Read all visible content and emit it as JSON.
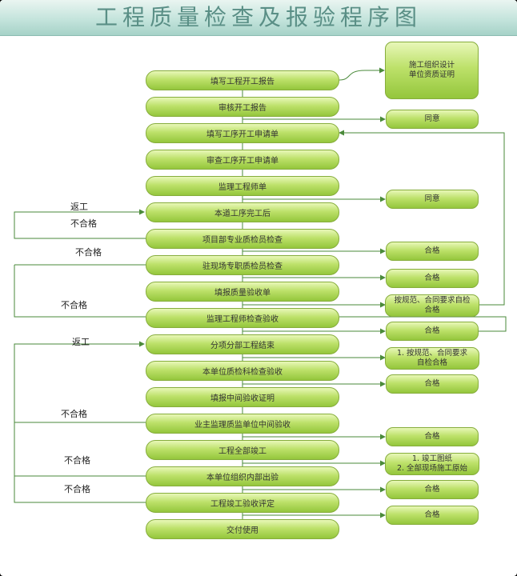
{
  "title": "工程质量检查及报验程序图",
  "steps": [
    "填写工程开工报告",
    "审核开工报告",
    "填写工序开工申请单",
    "审查工序开工申请单",
    "监理工程师单",
    "本道工序完工后",
    "项目部专业质检员检查",
    "驻现场专职质检员检查",
    "填报质量验收单",
    "监理工程师检查验收",
    "分项分部工程结束",
    "本单位质检科检查验收",
    "填报中间验收证明",
    "业主监理质监单位中间验收",
    "工程全部竣工",
    "本单位组织内部出验",
    "工程竣工验收评定",
    "交付使用"
  ],
  "notes": [
    {
      "l1": "施工组织设计",
      "l2": "单位资质证明"
    },
    {
      "l1": "同意",
      "l2": ""
    },
    {
      "l1": "同意",
      "l2": ""
    },
    {
      "l1": "合格",
      "l2": ""
    },
    {
      "l1": "合格",
      "l2": ""
    },
    {
      "l1": "按规范、合同要求自检",
      "l2": "合格"
    },
    {
      "l1": "合格",
      "l2": ""
    },
    {
      "l1": "1. 按规范、合同要求",
      "l2": "自检合格"
    },
    {
      "l1": "合格",
      "l2": ""
    },
    {
      "l1": "合格",
      "l2": ""
    },
    {
      "l1": "1. 竣工图纸",
      "l2": "2. 全部现场施工原始"
    },
    {
      "l1": "合格",
      "l2": ""
    },
    {
      "l1": "合格",
      "l2": ""
    }
  ],
  "labels": {
    "rework": "返工",
    "fail": "不合格"
  }
}
